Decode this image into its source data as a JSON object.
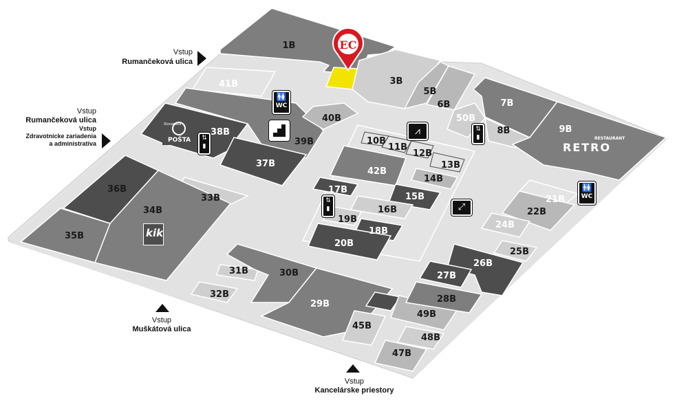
{
  "units": [
    {
      "id": "u1b",
      "label": "1B"
    },
    {
      "id": "u3b",
      "label": "3B"
    },
    {
      "id": "u5b",
      "label": "5B"
    },
    {
      "id": "u6b",
      "label": "6B"
    },
    {
      "id": "u7b",
      "label": "7B"
    },
    {
      "id": "u8b",
      "label": "8B"
    },
    {
      "id": "u9b",
      "label": "9B"
    },
    {
      "id": "u10b",
      "label": "10B"
    },
    {
      "id": "u11b",
      "label": "11B"
    },
    {
      "id": "u12b",
      "label": "12B"
    },
    {
      "id": "u13b",
      "label": "13B"
    },
    {
      "id": "u14b",
      "label": "14B"
    },
    {
      "id": "u15b",
      "label": "15B"
    },
    {
      "id": "u16b",
      "label": "16B"
    },
    {
      "id": "u17b",
      "label": "17B"
    },
    {
      "id": "u18b",
      "label": "18B"
    },
    {
      "id": "u19b",
      "label": "19B"
    },
    {
      "id": "u20b",
      "label": "20B"
    },
    {
      "id": "u21b",
      "label": "21B"
    },
    {
      "id": "u22b",
      "label": "22B"
    },
    {
      "id": "u24b",
      "label": "24B"
    },
    {
      "id": "u25b",
      "label": "25B"
    },
    {
      "id": "u26b",
      "label": "26B"
    },
    {
      "id": "u27b",
      "label": "27B"
    },
    {
      "id": "u28b",
      "label": "28B"
    },
    {
      "id": "u29b",
      "label": "29B"
    },
    {
      "id": "u30b",
      "label": "30B"
    },
    {
      "id": "u31b",
      "label": "31B"
    },
    {
      "id": "u32b",
      "label": "32B"
    },
    {
      "id": "u33b",
      "label": "33B"
    },
    {
      "id": "u34b",
      "label": "34B"
    },
    {
      "id": "u35b",
      "label": "35B"
    },
    {
      "id": "u36b",
      "label": "36B"
    },
    {
      "id": "u37b",
      "label": "37B"
    },
    {
      "id": "u38b",
      "label": "38B"
    },
    {
      "id": "u39b",
      "label": "39B"
    },
    {
      "id": "u40b",
      "label": "40B"
    },
    {
      "id": "u41b",
      "label": "41B"
    },
    {
      "id": "u42b",
      "label": "42B"
    },
    {
      "id": "u45b",
      "label": "45B"
    },
    {
      "id": "u47b",
      "label": "47B"
    },
    {
      "id": "u48b",
      "label": "48B"
    },
    {
      "id": "u49b",
      "label": "49B"
    },
    {
      "id": "u50b",
      "label": "50B"
    }
  ],
  "entrances": {
    "top": {
      "word": "Vstup",
      "street": "Rumančeková ulica"
    },
    "left": {
      "word": "Vstup",
      "street": "Rumančeková ulica",
      "word2": "Vstup",
      "line2a": "Zdravotnícke zariadenia",
      "line2b": "a administratíva"
    },
    "bottom": {
      "word": "Vstup",
      "street": "Muškátová ulica"
    },
    "bottom_right": {
      "word": "Vstup",
      "street": "Kancelárske priestory"
    }
  },
  "icons": {
    "wc_label": "WC",
    "post_label_top": "Slovenská",
    "post_label": "POŠTA",
    "kik_label": "kik",
    "restaurant_label": "RESTAURANT",
    "retro_label": "RETRO",
    "marker_label": "EC"
  },
  "colors": {
    "floor": "#e2e2e2",
    "dark": "#4d4d4d",
    "mid": "#7e7e7e",
    "light": "#b8b8b8",
    "pale": "#cfcfcf",
    "highlight": "#f2e400",
    "marker": "#d71920"
  }
}
